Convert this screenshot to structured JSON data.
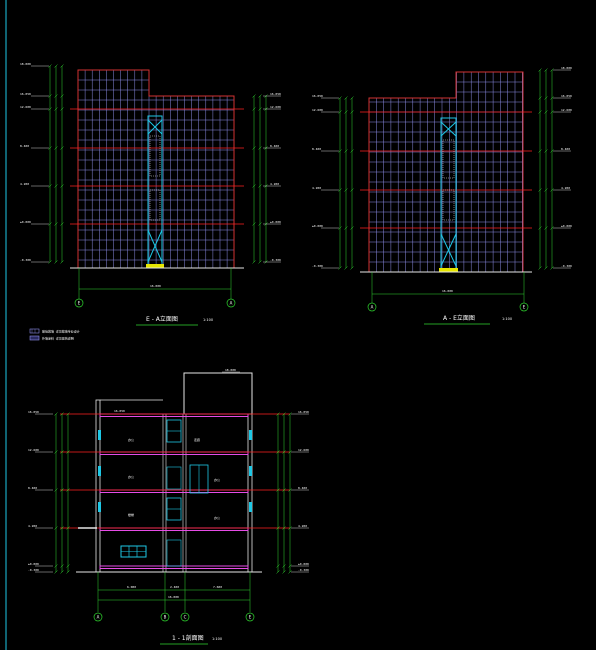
{
  "colors": {
    "background": "#000000",
    "grid": "#8c8ce6",
    "outline": "#d23232",
    "floor_line": "#ff2020",
    "dim": "#2fd72f",
    "stair": "#1ec8e6",
    "slab": "#e64ce6",
    "wall": "#e6e6e6",
    "annotation": "#ffffff",
    "border": "#1ec8e6"
  },
  "elevation_1": {
    "title": "E - A立面图",
    "scale": "1:100",
    "axis_left": "E",
    "axis_right": "A",
    "overall_dim": "16.000",
    "levels_left": [
      "18.000",
      "16.050",
      "12.600",
      "8.400",
      "4.200",
      "±0.000",
      "-0.300"
    ],
    "levels_right": [
      "16.050",
      "12.600",
      "8.400",
      "4.200",
      "±0.000",
      "-0.300"
    ]
  },
  "elevation_2": {
    "title": "A - E立面图",
    "scale": "1:100",
    "axis_left": "A",
    "axis_right": "E",
    "overall_dim": "16.000",
    "levels_left": [
      "16.050",
      "12.600",
      "8.400",
      "4.200",
      "±0.000",
      "-0.300"
    ],
    "levels_right": [
      "18.000",
      "16.050",
      "12.600",
      "8.400",
      "4.200",
      "±0.000",
      "-0.300"
    ]
  },
  "legend": {
    "items": [
      "玻璃幕墙 详见幕墙专业设计",
      "外墙涂料 详见建筑说明"
    ]
  },
  "section": {
    "title": "1 - 1剖面图",
    "scale": "1:100",
    "axes": [
      "A",
      "B",
      "C",
      "E"
    ],
    "top_level": "18.000",
    "roof_label": "16.050",
    "bay_dims": [
      "6.000",
      "2.400",
      "7.600"
    ],
    "overall_dim": "16.000",
    "room_labels": [
      "办公",
      "走廊",
      "办公",
      "办公",
      "楼梯",
      "办公"
    ],
    "levels_left": [
      "16.050",
      "12.600",
      "8.400",
      "4.200",
      "±0.000",
      "-0.300"
    ],
    "levels_right": [
      "16.050",
      "12.600",
      "8.400",
      "4.200",
      "±0.000",
      "-0.300"
    ]
  }
}
